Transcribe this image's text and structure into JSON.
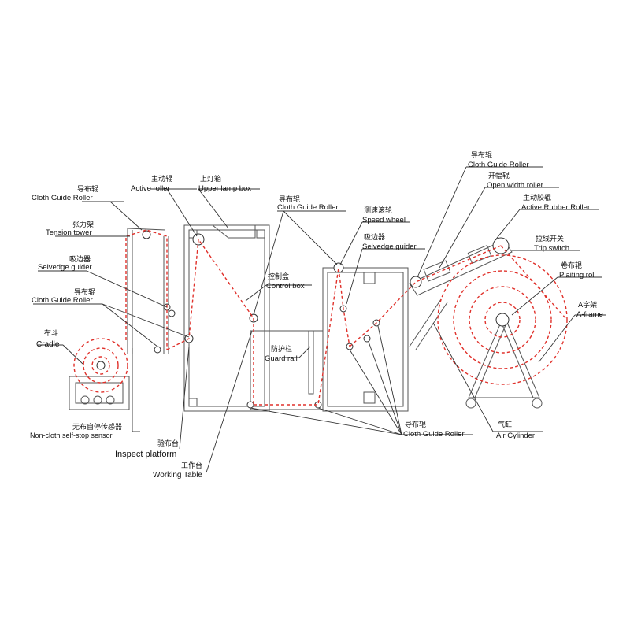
{
  "diagram": {
    "labels": [
      {
        "id": "cloth-guide-roller-1",
        "cn": "导布辊",
        "en": "Cloth Guide Roller"
      },
      {
        "id": "tension-tower",
        "cn": "张力架",
        "en": "Tension tower"
      },
      {
        "id": "selvedge-guider-1",
        "cn": "吸边器",
        "en": "Selvedge guider"
      },
      {
        "id": "cloth-guide-roller-2",
        "cn": "导布辊",
        "en": "Cloth Guide Roller"
      },
      {
        "id": "cradle",
        "cn": "布斗",
        "en": "Cradle"
      },
      {
        "id": "non-cloth-sensor",
        "cn": "无布自停传感器",
        "en": "Non-cloth self-stop sensor"
      },
      {
        "id": "inspect-platform",
        "cn": "验布台",
        "en": "Inspect platform"
      },
      {
        "id": "working-table",
        "cn": "工作台",
        "en": "Working Table"
      },
      {
        "id": "active-roller",
        "cn": "主动辊",
        "en": "Active roller"
      },
      {
        "id": "upper-lamp-box",
        "cn": "上灯箱",
        "en": "Upper lamp box"
      },
      {
        "id": "cloth-guide-roller-3",
        "cn": "导布辊",
        "en": "Cloth Guide Roller"
      },
      {
        "id": "control-box",
        "cn": "控制盒",
        "en": "Control box"
      },
      {
        "id": "guard-rail",
        "cn": "防护栏",
        "en": "Guard rail"
      },
      {
        "id": "speed-wheel",
        "cn": "测速滚轮",
        "en": "Speed wheel"
      },
      {
        "id": "selvedge-guider-2",
        "cn": "吸边器",
        "en": "Selvedge guider"
      },
      {
        "id": "cloth-guide-roller-4",
        "cn": "导布辊",
        "en": "Cloth Guide Roller"
      },
      {
        "id": "open-width-roller",
        "cn": "开幅辊",
        "en": "Open width roller"
      },
      {
        "id": "active-rubber-roller",
        "cn": "主动胶辊",
        "en": "Active Rubber Roller"
      },
      {
        "id": "trip-switch",
        "cn": "拉线开关",
        "en": "Trip switch"
      },
      {
        "id": "plaiting-roll",
        "cn": "卷布辊",
        "en": "Plaiting roll"
      },
      {
        "id": "a-frame",
        "cn": "A字架",
        "en": "A-frame"
      },
      {
        "id": "cloth-guide-roller-5",
        "cn": "导布辊",
        "en": "Cloth Guide Roller"
      },
      {
        "id": "air-cylinder",
        "cn": "气缸",
        "en": "Air Cylinder"
      }
    ],
    "colors": {
      "fabric_path": "#e0312b",
      "machine": "#555555",
      "leader": "#333333"
    }
  }
}
